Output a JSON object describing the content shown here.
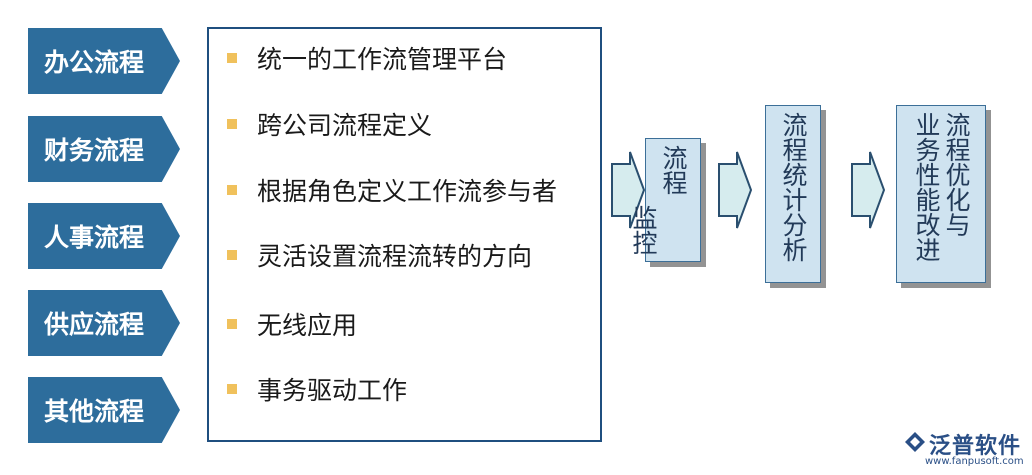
{
  "categories": [
    "办公流程",
    "财务流程",
    "人事流程",
    "供应流程",
    "其他流程"
  ],
  "features": [
    "统一的工作流管理平台",
    "跨公司流程定义",
    "根据角色定义工作流参与者",
    "灵活设置流程流转的方向",
    "无线应用",
    "事务驱动工作"
  ],
  "steps": [
    {
      "columns": [
        "流程",
        "监控"
      ]
    },
    {
      "columns": [
        "流程",
        "统计",
        "分析"
      ]
    },
    {
      "columns": [
        "流程",
        "优化与"
      ],
      "prefix_columns": [
        "业务",
        "性能",
        "改进"
      ]
    }
  ],
  "logo": {
    "text": "泛普软件",
    "url": "www.fanpusoft.com"
  },
  "colors": {
    "tag": "#2d6d9c",
    "bullet": "#f0c15c",
    "box_fill": "#cfe3f0",
    "arrow_fill": "#d6ecee"
  }
}
